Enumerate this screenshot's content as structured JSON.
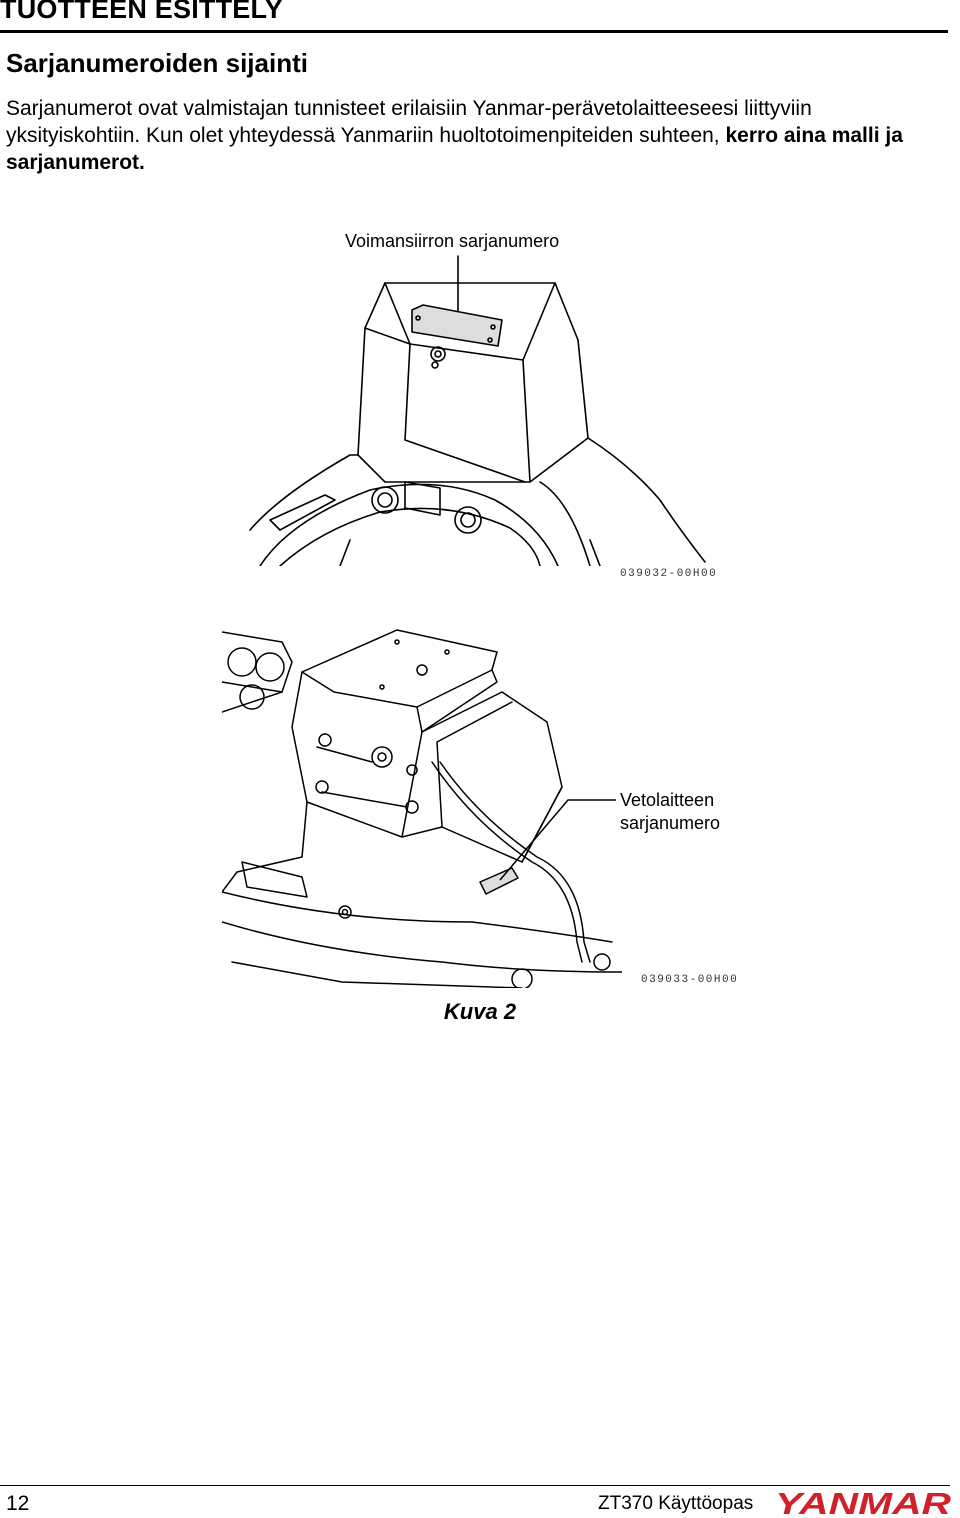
{
  "header": {
    "section_title": "TUOTTEEN ESITTELY",
    "subtitle": "Sarjanumeroiden sijainti"
  },
  "body": {
    "paragraph_part1": "Sarjanumerot ovat valmistajan tunnisteet erilaisiin Yanmar-perävetolaitteeseesi liittyviin yksityiskohtiin. Kun olet yhteydessä Yanmariin huoltotoimenpiteiden suhteen, ",
    "paragraph_bold": "kerro aina malli ja sarjanumerot."
  },
  "figure": {
    "top_label": "Voimansiirron sarjanumero",
    "top_code": "039032-00H00",
    "bottom_label_line1": "Vetolaitteen",
    "bottom_label_line2": "sarjanumero",
    "bottom_code": "039033-00H00",
    "caption": "Kuva 2"
  },
  "footer": {
    "page_number": "12",
    "manual_title": "ZT370 Käyttöopas",
    "brand_logo_text": "YANMAR",
    "brand_color": "#d0202a"
  }
}
